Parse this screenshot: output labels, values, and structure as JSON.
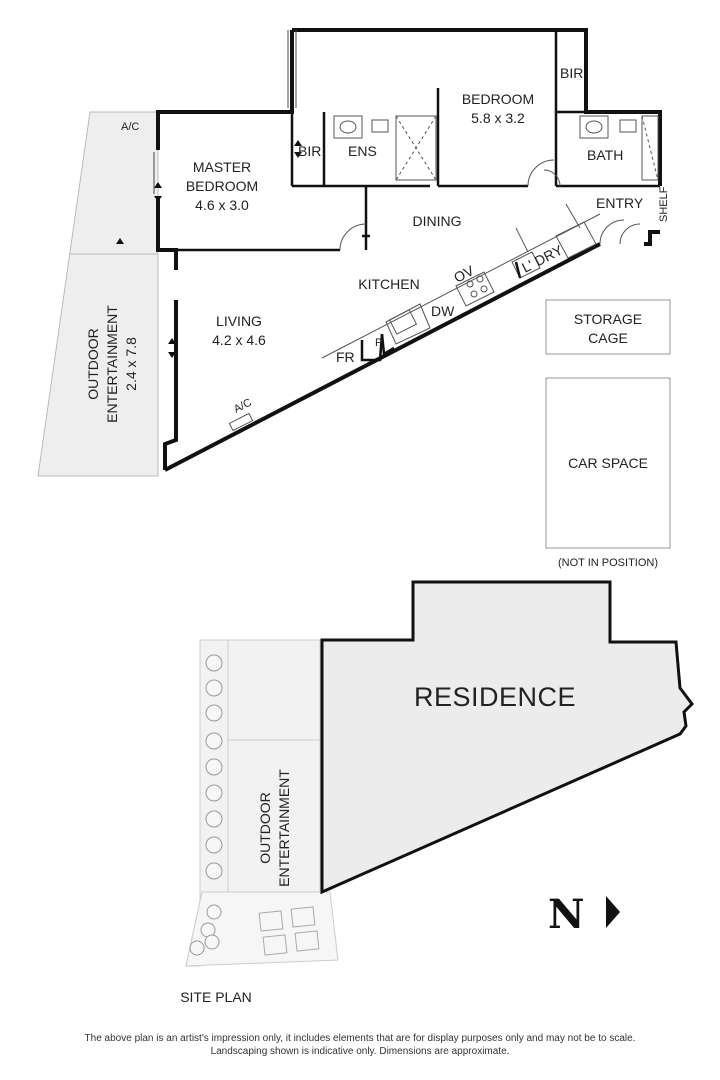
{
  "rooms": {
    "master_bedroom": {
      "name_line1": "MASTER",
      "name_line2": "BEDROOM",
      "size": "4.6 x 3.0"
    },
    "bedroom": {
      "name": "BEDROOM",
      "size": "5.8 x 3.2"
    },
    "living": {
      "name": "LIVING",
      "size": "4.2 x 4.6"
    },
    "outdoor": {
      "name_line1": "OUTDOOR",
      "name_line2": "ENTERTAINMENT",
      "size": "2.4 x 7.8"
    },
    "ens": "ENS",
    "bir_master": "BIR",
    "bir_bedroom": "BIR",
    "bath": "BATH",
    "dining": "DINING",
    "kitchen": "KITCHEN",
    "entry": "ENTRY",
    "shelf": "SHELF",
    "laundry": "L' DRY",
    "ov": "OV",
    "dw": "DW",
    "fr": "FR",
    "pantry": "P",
    "ac_top": "A/C",
    "ac_living": "A/C"
  },
  "storage": {
    "line1": "STORAGE",
    "line2": "CAGE"
  },
  "car_space": {
    "name": "CAR SPACE",
    "note": "(NOT IN POSITION)"
  },
  "site_plan": {
    "residence": "RESIDENCE",
    "outdoor_line1": "OUTDOOR",
    "outdoor_line2": "ENTERTAINMENT",
    "title": "SITE PLAN",
    "north": "N"
  },
  "disclaimer": {
    "line1": "The above plan is an artist's impression only, it includes elements that are for display purposes only and may not be to scale.",
    "line2": "Landscaping shown is indicative only. Dimensions are approximate."
  }
}
